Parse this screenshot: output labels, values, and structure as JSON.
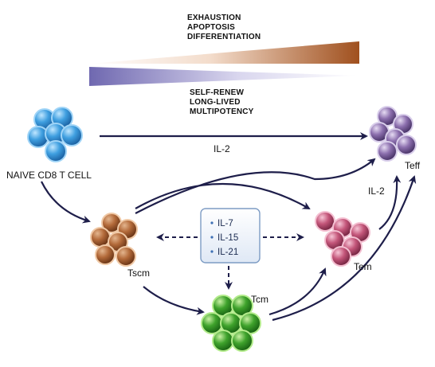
{
  "gradient_top": {
    "lines": [
      "EXHAUSTION",
      "APOPTOSIS",
      "DIFFERENTIATION"
    ],
    "color_light": "#ffffff",
    "color_dark": "#a0501e"
  },
  "gradient_bottom": {
    "lines": [
      "SELF-RENEW",
      "LONG-LIVED",
      "MULTIPOTENCY"
    ],
    "color_light": "#ffffff",
    "color_dark": "#6f68b0"
  },
  "cells": {
    "naive": {
      "label": "NAIVE CD8 T CELL",
      "color": "#3f9fe0"
    },
    "tscm": {
      "label": "Tscm",
      "color": "#b36a3a"
    },
    "tem": {
      "label": "Tem",
      "color": "#c4567a"
    },
    "tcm": {
      "label": "Tcm",
      "color": "#3fa32c"
    },
    "teff": {
      "label": "Teff",
      "color": "#8c6fae"
    }
  },
  "edge_labels": {
    "naive_to_teff": "IL-2",
    "tem_to_teff": "IL-2"
  },
  "cytokine_box": {
    "items": [
      "IL-7",
      "IL-15",
      "IL-21"
    ]
  },
  "arrow_color": "#1e1e4a"
}
